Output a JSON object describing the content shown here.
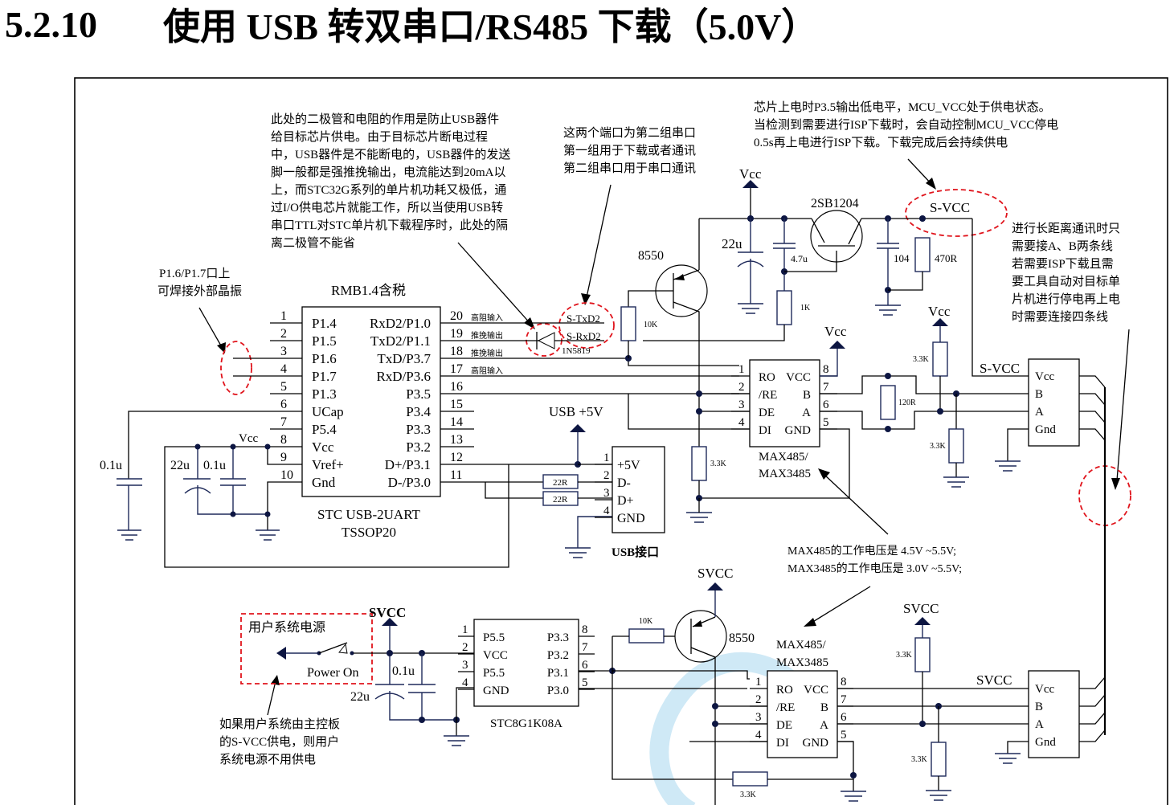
{
  "heading": {
    "section_number": "5.2.10",
    "title": "使用 USB 转双串口/RS485 下载（5.0V）"
  },
  "notes": {
    "diode_note": [
      "此处的二极管和电阻的作用是防止USB器件",
      "给目标芯片供电。由于目标芯片断电过程",
      "中，USB器件是不能断电的，USB器件的发送",
      "脚一般都是强推挽输出，电流能达到20mA以",
      "上，而STC32G系列的单片机功耗又极低，通",
      "过I/O供电芯片就能工作，所以当使用USB转",
      "串口TTL对STC单片机下载程序时，此处的隔",
      "离二极管不能省"
    ],
    "port_note": [
      "这两个端口为第二组串口",
      "第一组用于下载或者通讯",
      "第二组串口用于串口通讯"
    ],
    "power_note": [
      "芯片上电时P3.5输出低电平，MCU_VCC处于供电状态。",
      "当检测到需要进行ISP下载时，会自动控制MCU_VCC停电",
      "0.5s再上电进行ISP下载。下载完成后会持续供电"
    ],
    "crystal_note": [
      "P1.6/P1.7口上",
      "可焊接外部晶振"
    ],
    "longdist_note": [
      "进行长距离通讯时只",
      "需要接A、B两条线",
      "若需要ISP下载且需",
      "要工具自动对目标单",
      "片机进行停电再上电",
      "时需要连接四条线"
    ],
    "voltage_note": [
      "MAX485的工作电压是 4.5V ~5.5V;",
      "MAX3485的工作电压是 3.0V ~5.5V;"
    ],
    "user_power_note": [
      "如果用户系统由主控板",
      "的S-VCC供电，则用户",
      "系统电源不用供电"
    ]
  },
  "usb_chip": {
    "price_label": "RMB1.4含税",
    "name": "STC USB-2UART",
    "package": "TSSOP20",
    "left_pins": [
      {
        "num": "1",
        "name": "P1.4"
      },
      {
        "num": "2",
        "name": "P1.5"
      },
      {
        "num": "3",
        "name": "P1.6"
      },
      {
        "num": "4",
        "name": "P1.7"
      },
      {
        "num": "5",
        "name": "P1.3"
      },
      {
        "num": "6",
        "name": "UCap"
      },
      {
        "num": "7",
        "name": "P5.4"
      },
      {
        "num": "8",
        "name": "Vcc"
      },
      {
        "num": "9",
        "name": "Vref+"
      },
      {
        "num": "10",
        "name": "Gnd"
      }
    ],
    "right_pins": [
      {
        "num": "20",
        "name": "RxD2/P1.0",
        "mode": "高阻输入"
      },
      {
        "num": "19",
        "name": "TxD2/P1.1",
        "mode": "推挽输出"
      },
      {
        "num": "18",
        "name": "TxD/P3.7",
        "mode": "推挽输出"
      },
      {
        "num": "17",
        "name": "RxD/P3.6",
        "mode": "高阻输入"
      },
      {
        "num": "16",
        "name": "P3.5",
        "mode": ""
      },
      {
        "num": "15",
        "name": "P3.4",
        "mode": ""
      },
      {
        "num": "14",
        "name": "P3.3",
        "mode": ""
      },
      {
        "num": "13",
        "name": "P3.2",
        "mode": ""
      },
      {
        "num": "12",
        "name": "D+/P3.1",
        "mode": ""
      },
      {
        "num": "11",
        "name": "D-/P3.0",
        "mode": ""
      }
    ]
  },
  "components": {
    "ucap_cap": "0.1u",
    "vcc_cap_22u": "22u",
    "vcc_cap_01u": "0.1u",
    "vcc_label": "Vcc",
    "diode": "1N5819",
    "s_txd2": "S-TxD2",
    "s_rxd2": "S-RxD2",
    "usb_5v": "USB +5V",
    "r22_a": "22R",
    "r22_b": "22R",
    "usb_connector_label": "USB接口",
    "usb_pins": [
      {
        "num": "1",
        "name": "+5V"
      },
      {
        "num": "2",
        "name": "D-"
      },
      {
        "num": "3",
        "name": "D+"
      },
      {
        "num": "4",
        "name": "GND"
      }
    ],
    "q8550_top": "8550",
    "r10k_top": "10K",
    "vcc_top": "Vcc",
    "c22u_top": "22u",
    "c47u": "4.7u",
    "q2sb1204": "2SB1204",
    "r1k": "1K",
    "c104": "104",
    "r470": "470R",
    "svcc_label": "S-VCC",
    "vcc_max": "Vcc",
    "vcc_pullup": "Vcc",
    "r33k_a": "3.3K",
    "r33k_b": "3.3K",
    "r33k_c": "3.3K",
    "r120": "120R",
    "max_top_name": [
      "MAX485/",
      "MAX3485"
    ],
    "max_pins_left": [
      {
        "num": "1",
        "name": "RO"
      },
      {
        "num": "2",
        "name": "/RE"
      },
      {
        "num": "3",
        "name": "DE"
      },
      {
        "num": "4",
        "name": "DI"
      }
    ],
    "max_pins_right": [
      {
        "num": "8",
        "name": "VCC"
      },
      {
        "num": "7",
        "name": "B"
      },
      {
        "num": "6",
        "name": "A"
      },
      {
        "num": "5",
        "name": "GND"
      }
    ],
    "conn_top_svcc": "S-VCC",
    "conn_pins": [
      "Vcc",
      "B",
      "A",
      "Gnd"
    ]
  },
  "lower": {
    "user_power": "用户系统电源",
    "power_on": "Power On",
    "svcc": "SVCC",
    "c01u": "0.1u",
    "c22u": "22u",
    "mcu_name": "STC8G1K08A",
    "mcu_left": [
      {
        "num": "1",
        "name": "P5.5"
      },
      {
        "num": "2",
        "name": "VCC"
      },
      {
        "num": "3",
        "name": "P5.5"
      },
      {
        "num": "4",
        "name": "GND"
      }
    ],
    "mcu_right": [
      {
        "num": "8",
        "name": "P3.3"
      },
      {
        "num": "7",
        "name": "P3.2"
      },
      {
        "num": "6",
        "name": "P3.1"
      },
      {
        "num": "5",
        "name": "P3.0"
      }
    ],
    "r10k": "10K",
    "svcc_q": "SVCC",
    "q8550": "8550",
    "max_name": [
      "MAX485/",
      "MAX3485"
    ],
    "max_pins_left": [
      {
        "num": "1",
        "name": "RO"
      },
      {
        "num": "2",
        "name": "/RE"
      },
      {
        "num": "3",
        "name": "DE"
      },
      {
        "num": "4",
        "name": "DI"
      }
    ],
    "max_pins_right": [
      {
        "num": "8",
        "name": "VCC"
      },
      {
        "num": "7",
        "name": "B"
      },
      {
        "num": "6",
        "name": "A"
      },
      {
        "num": "5",
        "name": "GND"
      }
    ],
    "svcc_pull": "SVCC",
    "r33k_up": "3.3K",
    "r33k_down": "3.3K",
    "r33k_bottom": "3.3K",
    "svcc_conn": "SVCC",
    "conn_pins": [
      "Vcc",
      "B",
      "A",
      "Gnd"
    ]
  }
}
